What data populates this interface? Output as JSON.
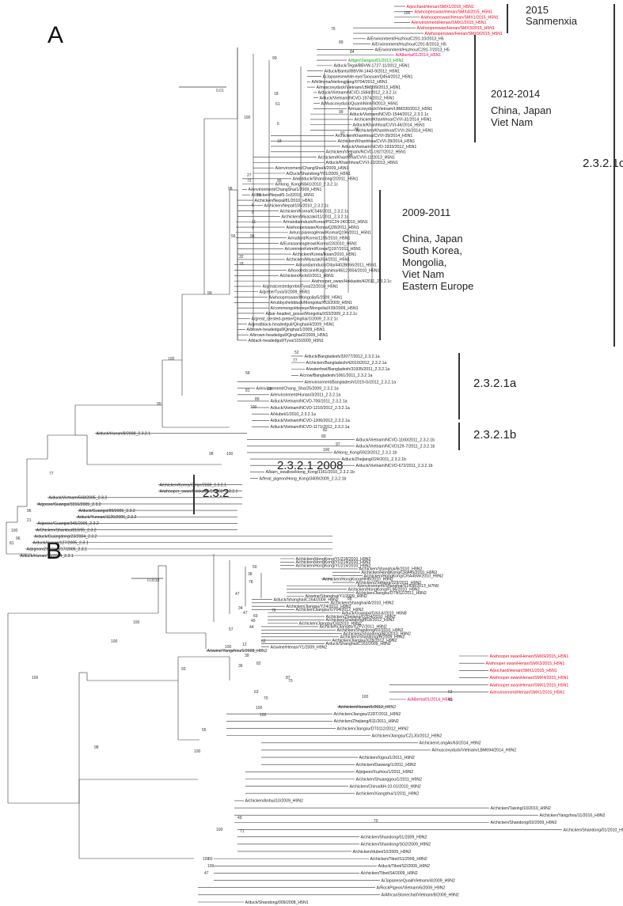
{
  "panels": [
    {
      "letter": "A",
      "scale_label": "0.01",
      "clade_annotations": {
        "sanmenxia_year": "2015",
        "sanmenxia_place": "Sanmenxia",
        "c2012_years": "2012-2014",
        "c2012_region_1": "China, Japan",
        "c2012_region_2": "Viet Nam",
        "c2009_years": "2009-2011",
        "c2009_region_1": "China, Japan",
        "c2009_region_2": "South Korea,",
        "c2009_region_3": "Mongolia,",
        "c2009_region_4": "Viet Nam",
        "c2009_region_5": "Eastern Europe",
        "clade_2321c": "2.3.2.1c",
        "clade_2321a": "2.3.2.1a",
        "clade_2321b": "2.3.2.1b",
        "clade_2321": "2.3.2.1 2008",
        "clade_232": "2.3.2"
      },
      "colors": {
        "highlight": "#e8001c",
        "alberta": "#e0006a",
        "tiger": "#12a012"
      },
      "taxa_top": [
        "A/pochard/Henan/SMX1/2015_H5N1",
        "A/whooperswan/Henan/SMX4/2015_H5N1",
        "A/whooperswan/Henan/SMX1/2015_H5N1",
        "A/environment/Henan/SMX1/2015_H5N1",
        "A/whooperswan/Henan/SMX3/2015_H5N1",
        "A/whooperswan/Henan/SMX9/2015_H5N1",
        "A/Environment/Huzhou/C291-10/2013_H5",
        "A/Environment/Huzhou/C291-8/2013_H5",
        "A/Environment/Huzhou/C291-7/2013_H5",
        "A/Alberta/01/2014_H5N1",
        "A/tiger/Jiangsu/01/2013_H5N1",
        "A/duck/Tegal/BBVW-1727-11/2012_H5N1",
        "A/duck/Bantul/BBVW-1443-9/2012_H5N1",
        "A/Japanesewhite-eye/Taoyuan/Q454/2012_H5N1",
        "A/hillmyna/Heilongjiang/0704/2012_H5N1",
        "A/muscovyduck/Vietnam/LBM399/2013_H5N1",
        "A/duck/Vietnam/NCVD-1584/2012_2.3.2.1c",
        "A/duck/Vietnam/NCVD-1974/2012_H5N1",
        "A/Muscovyduck/QuanhNinh/9/2013_H5N1",
        "A/muscovyduck/Vietnam/LBM330/2013_H5N1",
        "A/duck/Vietnam/NCVD-1544/2012_2.3.2.1c",
        "A/chicken/Khanhhoa/CVVI-31/2014_H5N1",
        "A/duck/Khanhhoa/CVVI-46/2014_H5N1",
        "A/chicken/Khanhhoa/CVVI-26/2014_H5N1",
        "A/chicken/Khanhhoa/CVVI-39/2014_H5N1",
        "A/chicken/Khanhhoa/CVVI-28/2014_H5N1",
        "A/duck/Vietnam/NCVD-1933/2012_H5N1",
        "A/chicken/Vietnam/NCVD-1927/2012_H5N1",
        "A/chicken/Khanhhoa/CVVI-11/2013_H5N1",
        "A/duck/Khanhhoa/CVVI-22/2013_H5N1",
        "A/environment/ChangSha/4/2009_H5N1",
        "A/Duck/Shandong/Y01/2009_H5N1",
        "A/wildduck/Shandong/2/2011_H5N1",
        "A/Hong_Kong/6841/2010_2.3.2.1c",
        "A/environment/ChangSha/1/2009_H5N1",
        "A/chicken/Nepal/5-1cl/2010_H5N1",
        "A/chicken/Nepal/81/2010_H5N1",
        "A/chicken/Nepal/105/2010_2.3.2.1c",
        "A/chicken/Korea/IC546/2011_2.3.2.1c",
        "A/chicken/Miyazaki/11/2011_2.3.2.1c",
        "A/mandarinduck/Korea/PSC24-24/2010_H5N1",
        "A/whooperswan/Korea/Q28/2011_H5N1",
        "A/eurasianeagleowl/Korea/Q196/2011_H5N1",
        "A/mallard/Korea/1195/2010_H5N1",
        "A/Eurasianeagleowl/Korea/23/2010_H5N1",
        "A/commonKetrel/Korea/Q197/2011_H5N1",
        "A/chicken/Korea/Iksan/2010_H5N1",
        "A/chicken/Miyazaki/S4/2011_H5N1",
        "A/mandarinduck/Oita/4402B056/2011_H5N1",
        "A/hoodedcrane/Kagoshima/4612J004/2010_H5N1",
        "A/chicken/Aichi/2/2011_H5N1",
        "A/whooper_swan/Hokkaido/4/2011_2.3.2.1c",
        "A/greatcrestedgrebe/Tyva/22/2010_H5N1",
        "A/grebe/Tyva/3/2009_H5N1",
        "A/whooperswan/Mongolia/5/2009_H5N1",
        "A/rubbysheldduck/Mongolia/X63/2009_H5N1",
        "A/commongoldeneye/Mongolia/X39/2009_H5N1",
        "A/bar-headed_goose/Mongolia/X53/2009_2.3.2.1c",
        "A/great_crested-grebe/Qinghai/1/2009_2.3.2.1c",
        "A/greatblack-headedgull/Qinghai/4/2009_H5N1",
        "A/brown-headedgull/Qinghai/1/2009_H5N1",
        "A/brown-headedgull/Qinghai/2/2009_H5N1",
        "A/black-headedgull/Tyva/115/2009_H5N1"
      ],
      "taxa_bottom": [
        "A/duck/Bangladesh/32077/2012_2.3.2.1a",
        "A/chicken/Bangladesh/42010/2012_2.3.2.1a",
        "A/waterfowl/Bangladesh/31935/2011_2.3.2.1a",
        "A/crow/Bangladesh/1061/2011_2.3.2.1a",
        "A/environment/Bangladesh/1019-G/2012_2.3.2.1a",
        "A/environment/Chang_Sha/25/2009_2.3.2.1a",
        "A/environment/Hunan/3/2011_2.3.2.1a",
        "A/duck/Vietnam/NCVD-700/2011_2.3.2.1a",
        "A/duck/Vietnam/NCVD-1210/2012_2.3.2.1a",
        "A/Hubei/1/2010_2.3.2.1a",
        "A/duck/Vietnam/NCVD-1206/2012_2.3.2.1a",
        "A/duck/Vietnam/NCVD-1171/2012_2.3.2.1a",
        "A/duck/Hunan/8/2008_2.3.2.1",
        "A/duck/Vietnam/NCVD-1160/2011_2.3.2.1b",
        "A/duck/Vietnam/NCVD129-7/2011_2.3.2.1b",
        "A/Hong_Kong/5923/2012_2.3.2.1b",
        "A/duck/Zhejiang/224/2011_2.3.2.1b",
        "A/duck/Vietnam/NCVD-672/2011_2.3.2.1b",
        "A/barn_swallow/Hong_Kong/1161/2010_2.3.2.1b",
        "A/feral_pigeon/Hong_Kong/3409/2009_2.3.2.1b",
        "A/chicken/Korea/Gimje/2008_2.3.2.1",
        "A/whooper_swan/Hokkaido/2/2008_2.3.2.1",
        "A/duck/Vietnam/568/2005_2.3.2",
        "A/goose/Guangxi/3316/2005_2.3.2",
        "A/duck/Guangxi/89/2006_2.3.2",
        "A/duck/Yunnan/1126/2006_2.3.2",
        "A/goose/Guangxi/345/2005_2.3.2",
        "A/Chicken/Shantou/810/05_2.3.2",
        "A/duck/Guangdong/23/2004_2.3.2",
        "A/duck/Hunan/127/2005_2.3.1",
        "A/pigeon/Zhejiang/17/2005_2.3.1",
        "A/duck/Hunan/70/2004_2.3.1"
      ],
      "support_values": [
        "100",
        "76",
        "99",
        "89",
        "84",
        "18",
        "61",
        "99",
        "6",
        "97",
        "86",
        "18",
        "98",
        "100",
        "27",
        "72",
        "99",
        "98",
        "53",
        "6",
        "0",
        "11",
        "7",
        "96",
        "32",
        "18",
        "56",
        "99",
        "100",
        "52",
        "77",
        "58",
        "81",
        "28",
        "89",
        "100",
        "99",
        "82",
        "89",
        "97",
        "100",
        "98",
        "100",
        "77",
        "96",
        "21",
        "100",
        "96",
        "81"
      ]
    },
    {
      "letter": "B",
      "scale_label": "0.0010",
      "colors": {
        "highlight": "#e8001c",
        "alberta": "#e0006a"
      },
      "taxa_top": [
        "A/chicken/HongKong/YU218/2010_H9N2",
        "A/chicken/HongKong/YU214/2010_H9N2",
        "A/chicken/HongKong/YU219/2010_H9N2",
        "A/chicken/Shanghai/B/2010_H9N2",
        "A/chicken/HongKong/CRA45/2010_H9N2",
        "A/chicken/HongKong/CRA45W/2010_H9N2",
        "A/chicken/HongKong/HH8/2010_H9N2",
        "A/chicken/Zhejiang/329/2011_H9N2",
        "A/environment/Shanghai/S1438/2013_H7N9",
        "A/chicken/HongKong/FL96/2010_H9N2",
        "A/chicken/Jiangsu/DTNSZ/2011_H9N2",
        "A/swine/Shanghai/Y1/2009_H9N2",
        "A/duck/Shanghai/C164/2009_H9N2",
        "A/chicken/Shanghai/A/2010_H9N2",
        "A/chicken/Jiangsu/YZ4/2012_H9N2",
        "A/chicken/Jiangsu/GY64/2012_H9N2",
        "A/duck/Guangxi/GXd-6/2010_H6N8",
        "A/chicken/Zhejiang/Q1D4/2010_H9N2",
        "A/chicken/Shandong/818/2012_H9N2",
        "A/chicken/Jiangsu/Q3/2010_H9N2",
        "A/chicken/Jiangsu/XZPZ/2011_H9N2",
        "A/chicken/Shandong/02/2010_H9N2",
        "A/chicken/Shandong/BD/2010_H9N2",
        "A/chicken/Shandong/H/2009_H9N2",
        "A/chicken/Jiangsu/XZ8/2012_H9N2",
        "A/duck/Shanghai/C163/2009_H9N2",
        "A/swine/Henan/Y1/2009_H9N2",
        "A/swine/Yangzhou/1/2008_H9N2"
      ],
      "taxa_bottom": [
        "A/whooper swan/Henan/SMX9/2015_H5N1",
        "A/whooper swan/Henan/SMX3/2015_H5N1",
        "A/pochard/Henan/SMX1/2015_H5N1",
        "A/whooper swan/Henan/SMX4/2015_H5N1",
        "A/whooper swan/Henan/SMX1/2015_H5N1",
        "A/environment/Henan/SMX1/2015_H5N1",
        "A/Alberta/01/2014_H5N1",
        "A/chicken/Hunan/1/2012_H9N2",
        "A/chicken/Jiangsu/ZJDT/2011_H9N2",
        "A/chicken/Zhejiang/611/2011_H9N2",
        "A/chicken/Jiangsu/DT0112/2012_H9N2",
        "A/chicken/Jiangsu/CZLJG/2012_H9N2",
        "A/chicken/LongAn/63/2014_H9N2",
        "A/muscovyduck/Vietnam/LBM694/2014_H9N2",
        "A/chicken/Xigou/1/2011_H9N2",
        "A/chicken/Dawang/1/2011_H9N2",
        "A/pigeon/Xuzhou/1/2011_H9N2",
        "A/chicken/Shuanggou/1/2011_H9N2",
        "A/chicken/China/AH-10-01/2010_H9N2",
        "A/chicken/Xiangshui/1/2011_H9N2",
        "A/chicken/Anhui/10/2009_H9N2",
        "A/chicken/Taixing/10/2010_H9N2",
        "A/chicken/Yangzhou/11/2010_H9N2",
        "A/chicken/Shandong/02/2009_H9N2",
        "A/chicken/Shandong/01/2010_H9N2",
        "A/chicken/Shandong/01/2009_H9N2",
        "A/chicken/Shandong/SG2/2009_H9N2",
        "A/chicken/Hubei/10/2009_H9N2",
        "A/chicken/Tibet/S1/2009_H9N2",
        "A/duck/Tibet/S2/2009_H9N2",
        "A/chicken/Tibet/S4/2009_H9N2",
        "A/JapaneseQuail/Vietnam/4/2009_H9N2",
        "A/RockPigeon/Vietnam/6/2009_H9N2",
        "A/AfricanStonechat/Vietnam/8/2009_H9N2",
        "A/duck/Shandong/009/2008_H5N1"
      ],
      "support_values": [
        "50",
        "38",
        "78",
        "47",
        "88",
        "34",
        "47",
        "76",
        "69",
        "49",
        "44",
        "57",
        "62",
        "12",
        "39",
        "100",
        "82",
        "36",
        "100",
        "100",
        "100",
        "63",
        "49",
        "100",
        "93",
        "87",
        "70",
        "63",
        "70",
        "100",
        "100",
        "55",
        "100",
        "98",
        "100",
        "70",
        "49",
        "71",
        "100",
        "60",
        "47",
        "100"
      ]
    }
  ]
}
